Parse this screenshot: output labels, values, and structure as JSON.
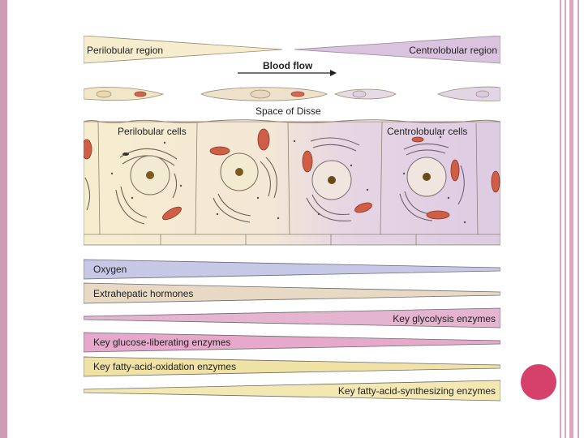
{
  "regions": {
    "left": "Perilobular region",
    "right": "Centrolobular region"
  },
  "flow_label": "Blood flow",
  "space_label": "Space of Disse",
  "cells": {
    "left": "Perilobular cells",
    "right": "Centrolobular cells"
  },
  "gradients": [
    {
      "label": "Oxygen",
      "direction": "decreasing"
    },
    {
      "label": "Extrahepatic hormones",
      "direction": "decreasing"
    },
    {
      "label": "Key glycolysis enzymes",
      "direction": "increasing"
    },
    {
      "label": "Key glucose-liberating enzymes",
      "direction": "decreasing"
    },
    {
      "label": "Key fatty-acid-oxidation enzymes",
      "direction": "decreasing"
    },
    {
      "label": "Key fatty-acid-synthesizing enzymes",
      "direction": "increasing"
    }
  ],
  "colors": {
    "perilobular": "#f6edcf",
    "centrolobular": "#e0cde3",
    "oxygen": "#c6c8e6",
    "hormones": "#e8d9c4",
    "glycolysis": "#e4b4d0",
    "glucose": "#e7a9cb",
    "fatty_oxidation": "#efe2a4",
    "fatty_synthesis": "#f3e8b2",
    "accent_dot": "#d6416b",
    "border_pink": "#cf9cb5"
  }
}
